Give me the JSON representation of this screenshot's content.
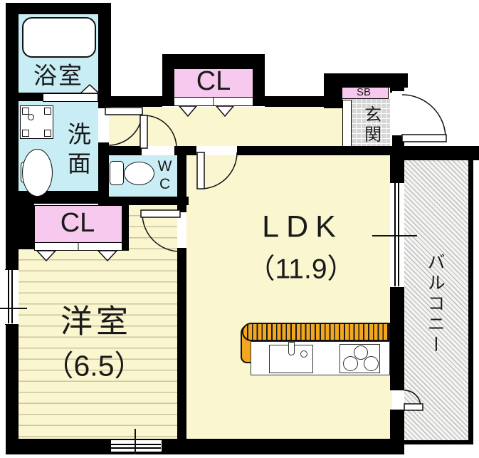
{
  "rooms": {
    "bathroom": {
      "label": "浴室"
    },
    "washroom": {
      "label": "洗面"
    },
    "wc": {
      "label": "WC"
    },
    "closet_top": {
      "label": "CL"
    },
    "closet_left": {
      "label": "CL"
    },
    "shoebox": {
      "label": "SB"
    },
    "entrance": {
      "label": "玄関"
    },
    "ldk": {
      "label": "LDK",
      "size": "（11.9）"
    },
    "western_room": {
      "label": "洋室",
      "size": "（6.5）"
    },
    "balcony": {
      "label": "バルコニー"
    }
  },
  "colors": {
    "wall": "#000000",
    "room_fill": "#FAF6D0",
    "wet_area_fill": "#C9EDF5",
    "closet_fill": "#F8C9EF",
    "kitchen_counter_accent": "#F2A71E",
    "entrance_tile": "#D6D6D6",
    "floor_line": "#CCC49E"
  }
}
